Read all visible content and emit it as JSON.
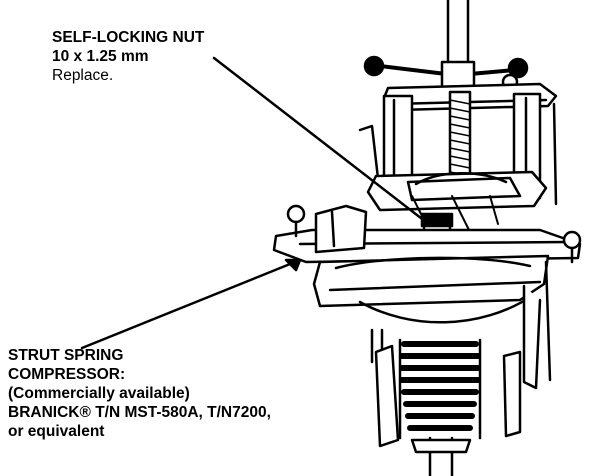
{
  "nut_callout": {
    "title": "SELF-LOCKING NUT",
    "size": "10 x 1.25 mm",
    "note": "Replace."
  },
  "spring_callout": {
    "title": "STRUT SPRING",
    "title2": "COMPRESSOR:",
    "line3": "(Commercially available)",
    "line4": "BRANICK® T/N MST-580A, T/N7200,",
    "line5": "or equivalent"
  }
}
